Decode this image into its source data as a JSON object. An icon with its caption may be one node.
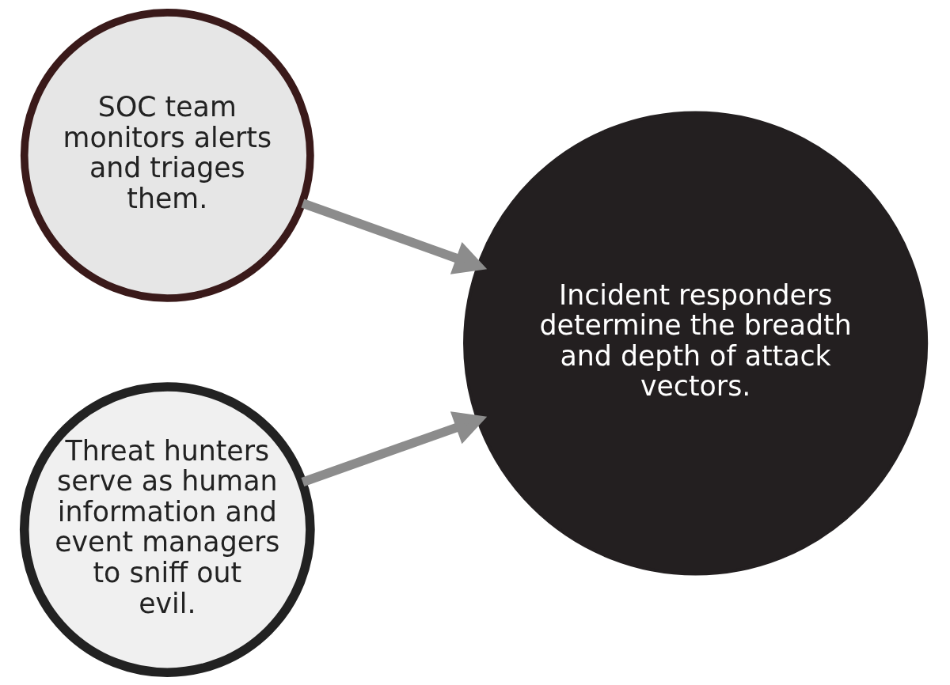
{
  "diagram": {
    "nodes": [
      {
        "text": [
          "SOC team monitors alerts and triages them."
        ]
      },
      {
        "text": [
          "Threat hunters serve as human information and event managers to sniff out evil."
        ]
      },
      {
        "text": [
          "Incident responders determine the breadth and depth of attack vectors."
        ]
      }
    ],
    "edges": [
      {
        "from": 0,
        "to": 2,
        "arrow": "to"
      },
      {
        "from": 1,
        "to": 2,
        "arrow": "to"
      }
    ]
  }
}
